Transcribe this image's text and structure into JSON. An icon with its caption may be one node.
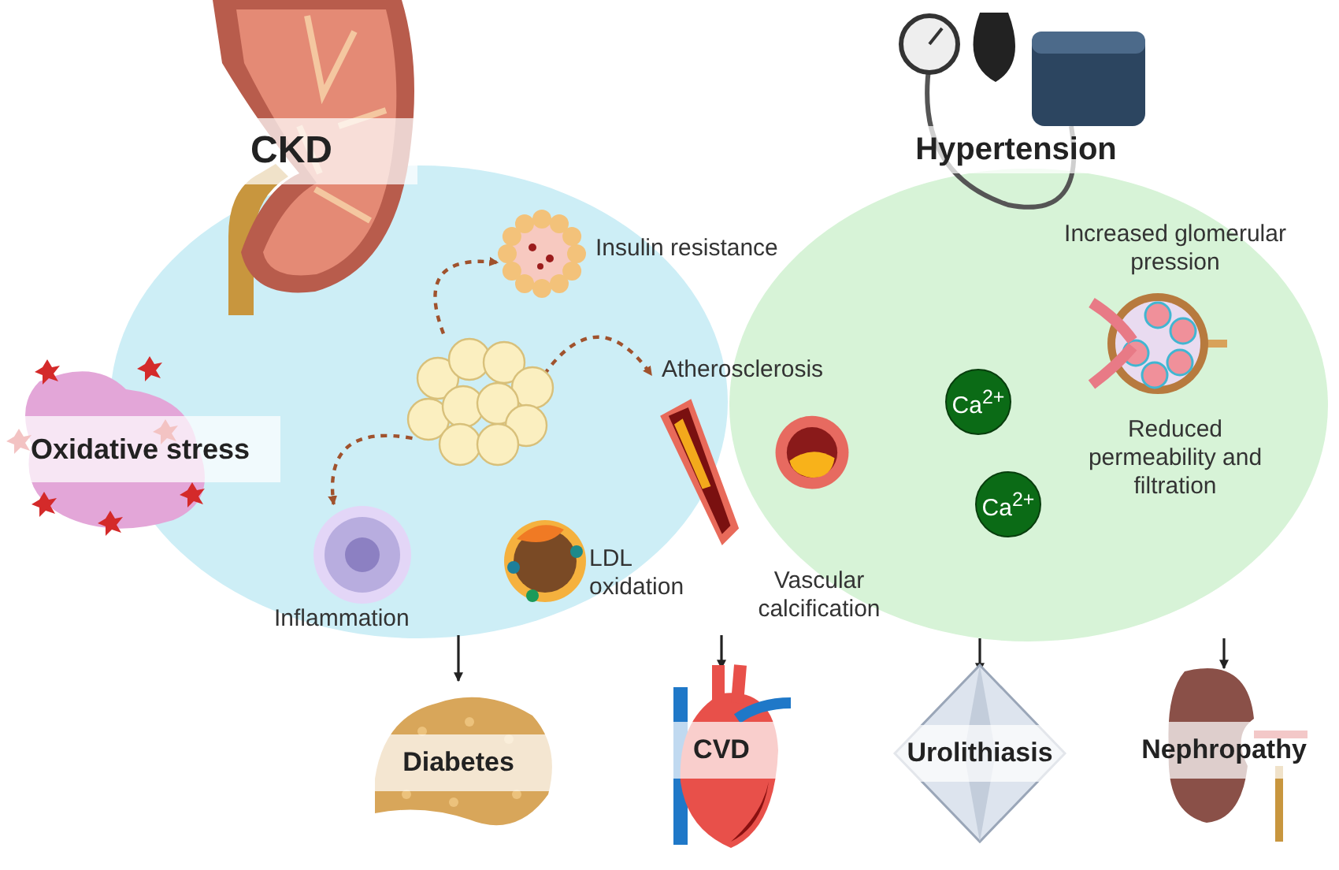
{
  "diagram": {
    "nodes": [
      {
        "text": [],
        "shape": "ellipse"
      },
      {
        "text": [],
        "shape": "ellipse"
      },
      {
        "text": [
          "CKD"
        ]
      },
      {
        "text": [
          "Hypertension"
        ]
      },
      {
        "text": [
          "Oxidative stress"
        ]
      },
      {
        "text": [],
        "shape": "picture",
        "in": 0
      },
      {
        "text": [
          "Insulin resistance"
        ],
        "in": 0
      },
      {
        "text": [
          "Atherosclerosis"
        ]
      },
      {
        "text": [
          "Inflammation"
        ],
        "in": 0
      },
      {
        "text": [
          "LDL oxidation"
        ],
        "in": 0
      },
      {
        "text": [
          "Vascular calcification"
        ],
        "in": 1
      },
      {
        "text": [
          "Ca$^{2+}$"
        ],
        "in": 1
      },
      {
        "text": [
          "Ca$^{2+}$"
        ],
        "in": 1
      },
      {
        "text": [
          "Increased glomerular pression",
          "Reduced permeability and filtration"
        ],
        "in": 1
      },
      {
        "text": [
          "Diabetes"
        ]
      },
      {
        "text": [
          "CVD"
        ]
      },
      {
        "text": [
          "Urolithiasis"
        ]
      },
      {
        "text": [
          "Nephropathy"
        ]
      }
    ],
    "edges": [
      {
        "from": 5,
        "to": 6,
        "arrow": "to",
        "style": "dashed",
        "color": "#a0522d"
      },
      {
        "from": 5,
        "to": 7,
        "arrow": "to",
        "style": "dashed",
        "color": "#a0522d"
      },
      {
        "from": 5,
        "to": 8,
        "arrow": "to",
        "style": "dashed",
        "color": "#a0522d"
      },
      {
        "from": 0,
        "to": 14,
        "arrow": "to"
      },
      {
        "from": 0,
        "to": 15,
        "arrow": "to"
      },
      {
        "from": 1,
        "to": 16,
        "arrow": "to"
      },
      {
        "from": 1,
        "to": 17,
        "arrow": "to"
      }
    ]
  }
}
